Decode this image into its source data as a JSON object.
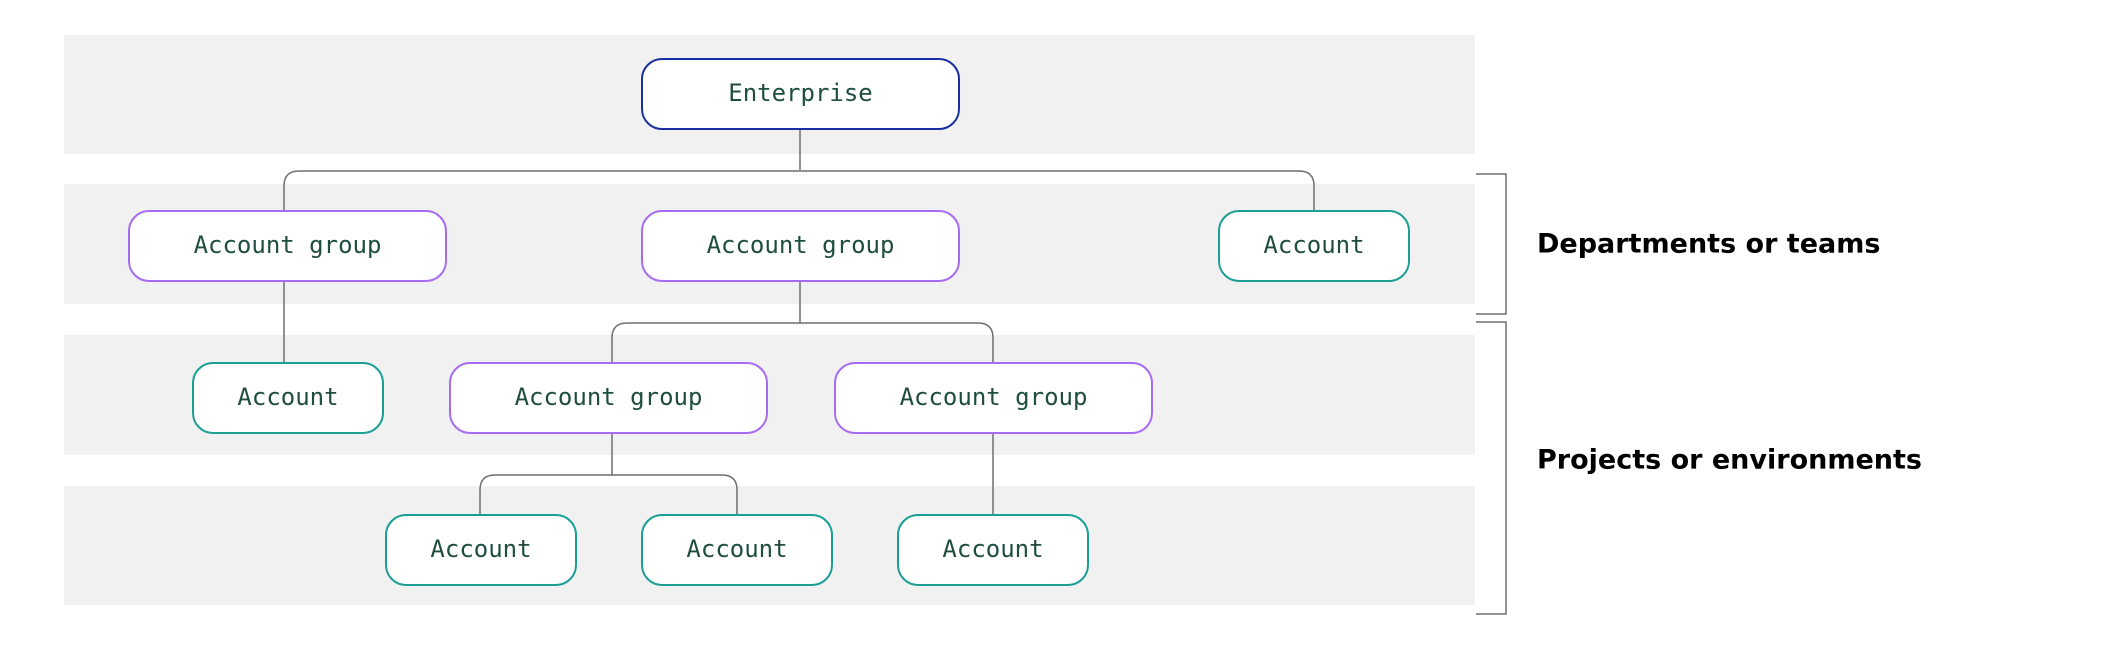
{
  "colors": {
    "band": "#f1f1f1",
    "enterprise_border": "#1a2fa3",
    "account_group_border": "#a66bf2",
    "account_border": "#1b9e94",
    "connector": "#6f6f6f",
    "node_text": "#1f4d3f"
  },
  "nodes": {
    "enterprise": "Enterprise",
    "group_left": "Account group",
    "group_center": "Account group",
    "account_top_right": "Account",
    "account_left": "Account",
    "group_mid_left": "Account group",
    "group_mid_right": "Account group",
    "account_bottom_1": "Account",
    "account_bottom_2": "Account",
    "account_bottom_3": "Account"
  },
  "labels": {
    "departments": "Departments or teams",
    "projects": "Projects or environments"
  }
}
